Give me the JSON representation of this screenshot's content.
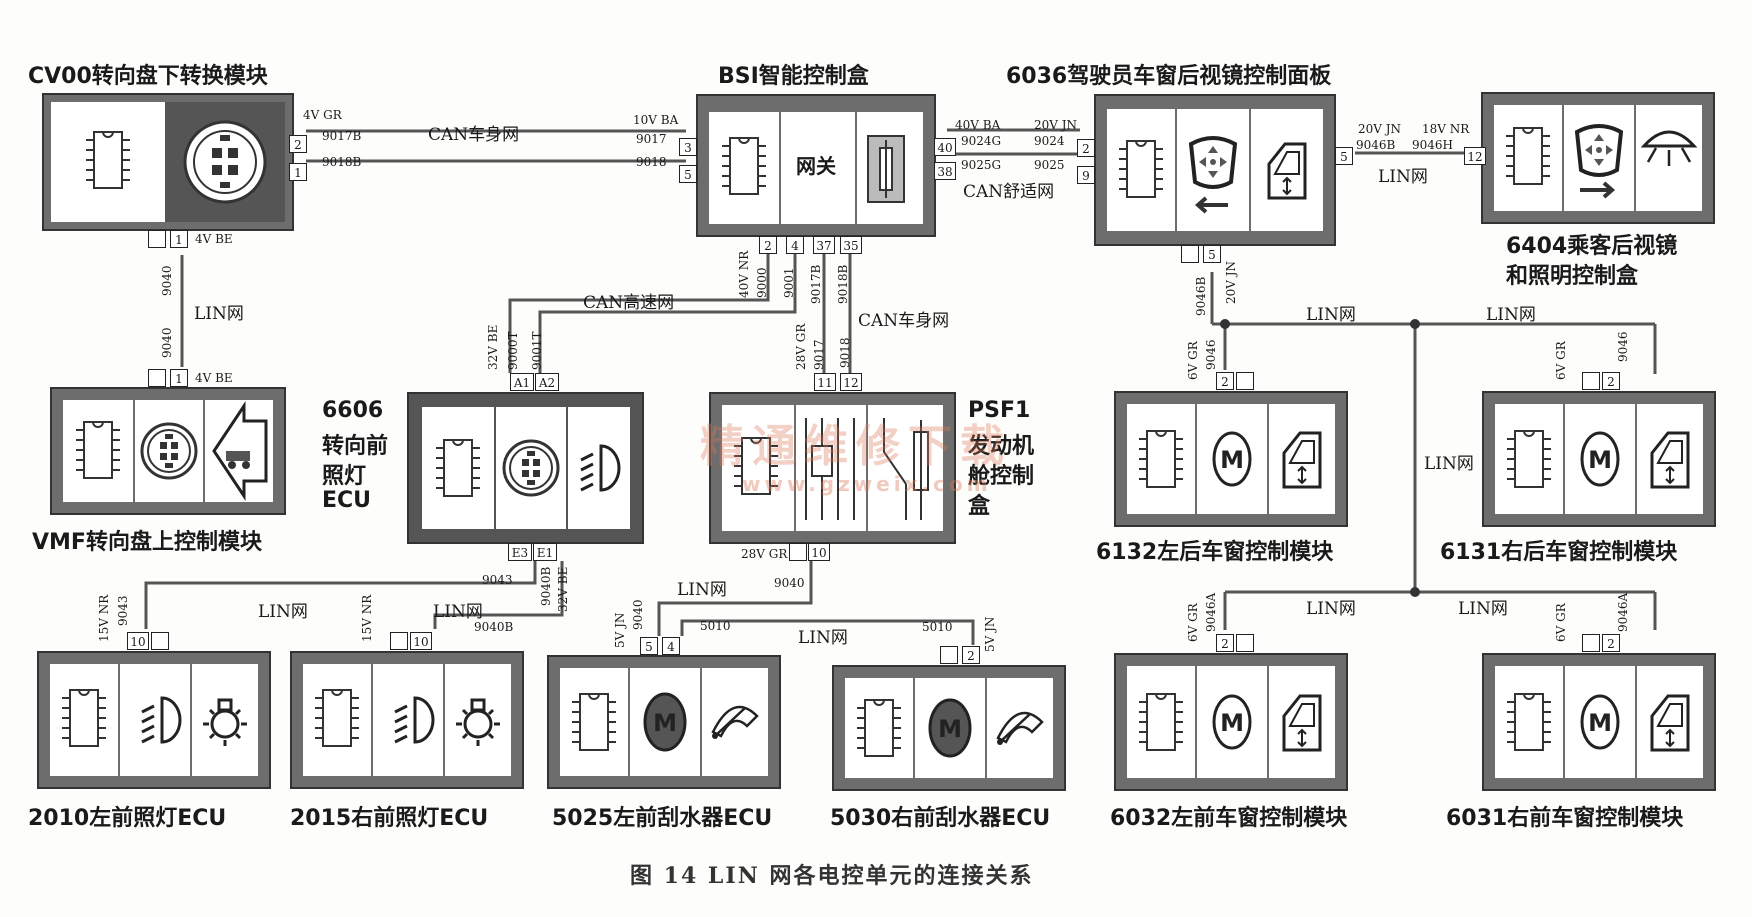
{
  "modules": {
    "cv00": "CV00转向盘下转换模块",
    "bsi": "BSI智能控制盒",
    "bsi_gateway": "网关",
    "m6036": "6036驾驶员车窗后视镜控制面板",
    "m6404_l1": "6404乘客后视镜",
    "m6404_l2": "和照明控制盒",
    "vmf": "VMF转向盘上控制模块",
    "m6606_l1": "6606",
    "m6606_l2": "转向前",
    "m6606_l3": "照灯",
    "m6606_l4": "ECU",
    "psf1_l1": "PSF1",
    "psf1_l2": "发动机",
    "psf1_l3": "舱控制",
    "psf1_l4": "盒",
    "m6132": "6132左后车窗控制模块",
    "m6131": "6131右后车窗控制模块",
    "m2010": "2010左前照灯ECU",
    "m2015": "2015右前照灯ECU",
    "m5025": "5025左前刮水器ECU",
    "m5030": "5030右前刮水器ECU",
    "m6032": "6032左前车窗控制模块",
    "m6031": "6031右前车窗控制模块"
  },
  "buses": {
    "can_body": "CAN车身网",
    "can_body2": "CAN车身网",
    "can_comfort": "CAN舒适网",
    "can_high": "CAN高速网",
    "lin1": "LIN网",
    "lin_6036_6404": "LIN网",
    "lin_r1": "LIN网",
    "lin_r2": "LIN网",
    "lin_r3": "LIN网",
    "lin_r4": "LIN网",
    "lin_r5": "LIN网",
    "lin_h1": "LIN网",
    "lin_h2": "LIN网",
    "lin_w1": "LIN网",
    "lin_w2": "LIN网"
  },
  "wire_labels": {
    "cv_4vgr": "4V GR",
    "cv_9017b": "9017B",
    "cv_9018b": "9018B",
    "cv_4vbe": "4V BE",
    "w9040a": "9040",
    "w9040b": "9040",
    "vmf_4vbe": "4V BE",
    "bsi_10vba": "10V BA",
    "bsi_9017": "9017",
    "bsi_9018": "9018",
    "bsi_40vba": "40V BA",
    "bsi_9024g": "9024G",
    "bsi_9025g": "9025G",
    "m6036_20vjn": "20V JN",
    "m6036_9024": "9024",
    "m6036_9025": "9025",
    "m6036_20vjn_b": "20V JN",
    "m6036_9046b": "9046B",
    "m6404_18vnr": "18V NR",
    "m6404_9046h": "9046H",
    "b_40vnr": "40V NR",
    "b_9000": "9000",
    "b_9001": "9001",
    "b_9017b": "9017B",
    "b_9018b": "9018B",
    "p_28vgr": "28V GR",
    "p_9017": "9017",
    "p_9018": "9018",
    "e_32vbe": "32V BE",
    "e_9000t": "9000T",
    "e_9001t": "9001T",
    "m6036_9046b_v": "9046B",
    "m6036_20vjn_v": "20V JN",
    "m6132_6vgr": "6V GR",
    "m6132_9046": "9046",
    "m6131_6vgr": "6V GR",
    "m6131_9046": "9046",
    "m6032_6vgr": "6V GR",
    "m6032_9046a": "9046A",
    "m6031_6vgr": "6V GR",
    "m6031_9046a": "9046A",
    "e_9043": "9043",
    "e_9040b": "9040B",
    "e_32vbe_b": "32V BE",
    "h1_15vnr": "15V NR",
    "h1_9043": "9043",
    "h2_15vnr": "15V NR",
    "h2_9040b": "9040B",
    "p_28vgr_b": "28V GR",
    "p_9040": "9040",
    "w_5vjn": "5V JN",
    "w_9040": "9040",
    "w_5010": "5010",
    "w_5010b": "5010",
    "w_5vjn_b": "5V JN"
  },
  "pins": {
    "cv_2": "2",
    "cv_1": "1",
    "cv_b1": "1",
    "vmf_1": "1",
    "bsi_3": "3",
    "bsi_5": "5",
    "bsi_40": "40",
    "bsi_38": "38",
    "bsi_2": "2",
    "bsi_4": "4",
    "bsi_37": "37",
    "bsi_35": "35",
    "m6036_2": "2",
    "m6036_9": "9",
    "m6036_5": "5",
    "m6036_b5": "5",
    "m6404_12": "12",
    "e_a1": "A1",
    "e_a2": "A2",
    "e_e3": "E3",
    "e_e1": "E1",
    "p_11": "11",
    "p_12": "12",
    "p_10": "10",
    "m6132_2": "2",
    "m6131_2": "2",
    "m6032_2": "2",
    "m6031_2": "2",
    "h1_10": "10",
    "h2_10": "10",
    "w1_5": "5",
    "w1_4": "4",
    "w2_2": "2"
  },
  "caption": "图 14  LIN 网各电控单元的连接关系",
  "watermark": "精通维修下载",
  "watermark_url": "www.gzweix.com"
}
